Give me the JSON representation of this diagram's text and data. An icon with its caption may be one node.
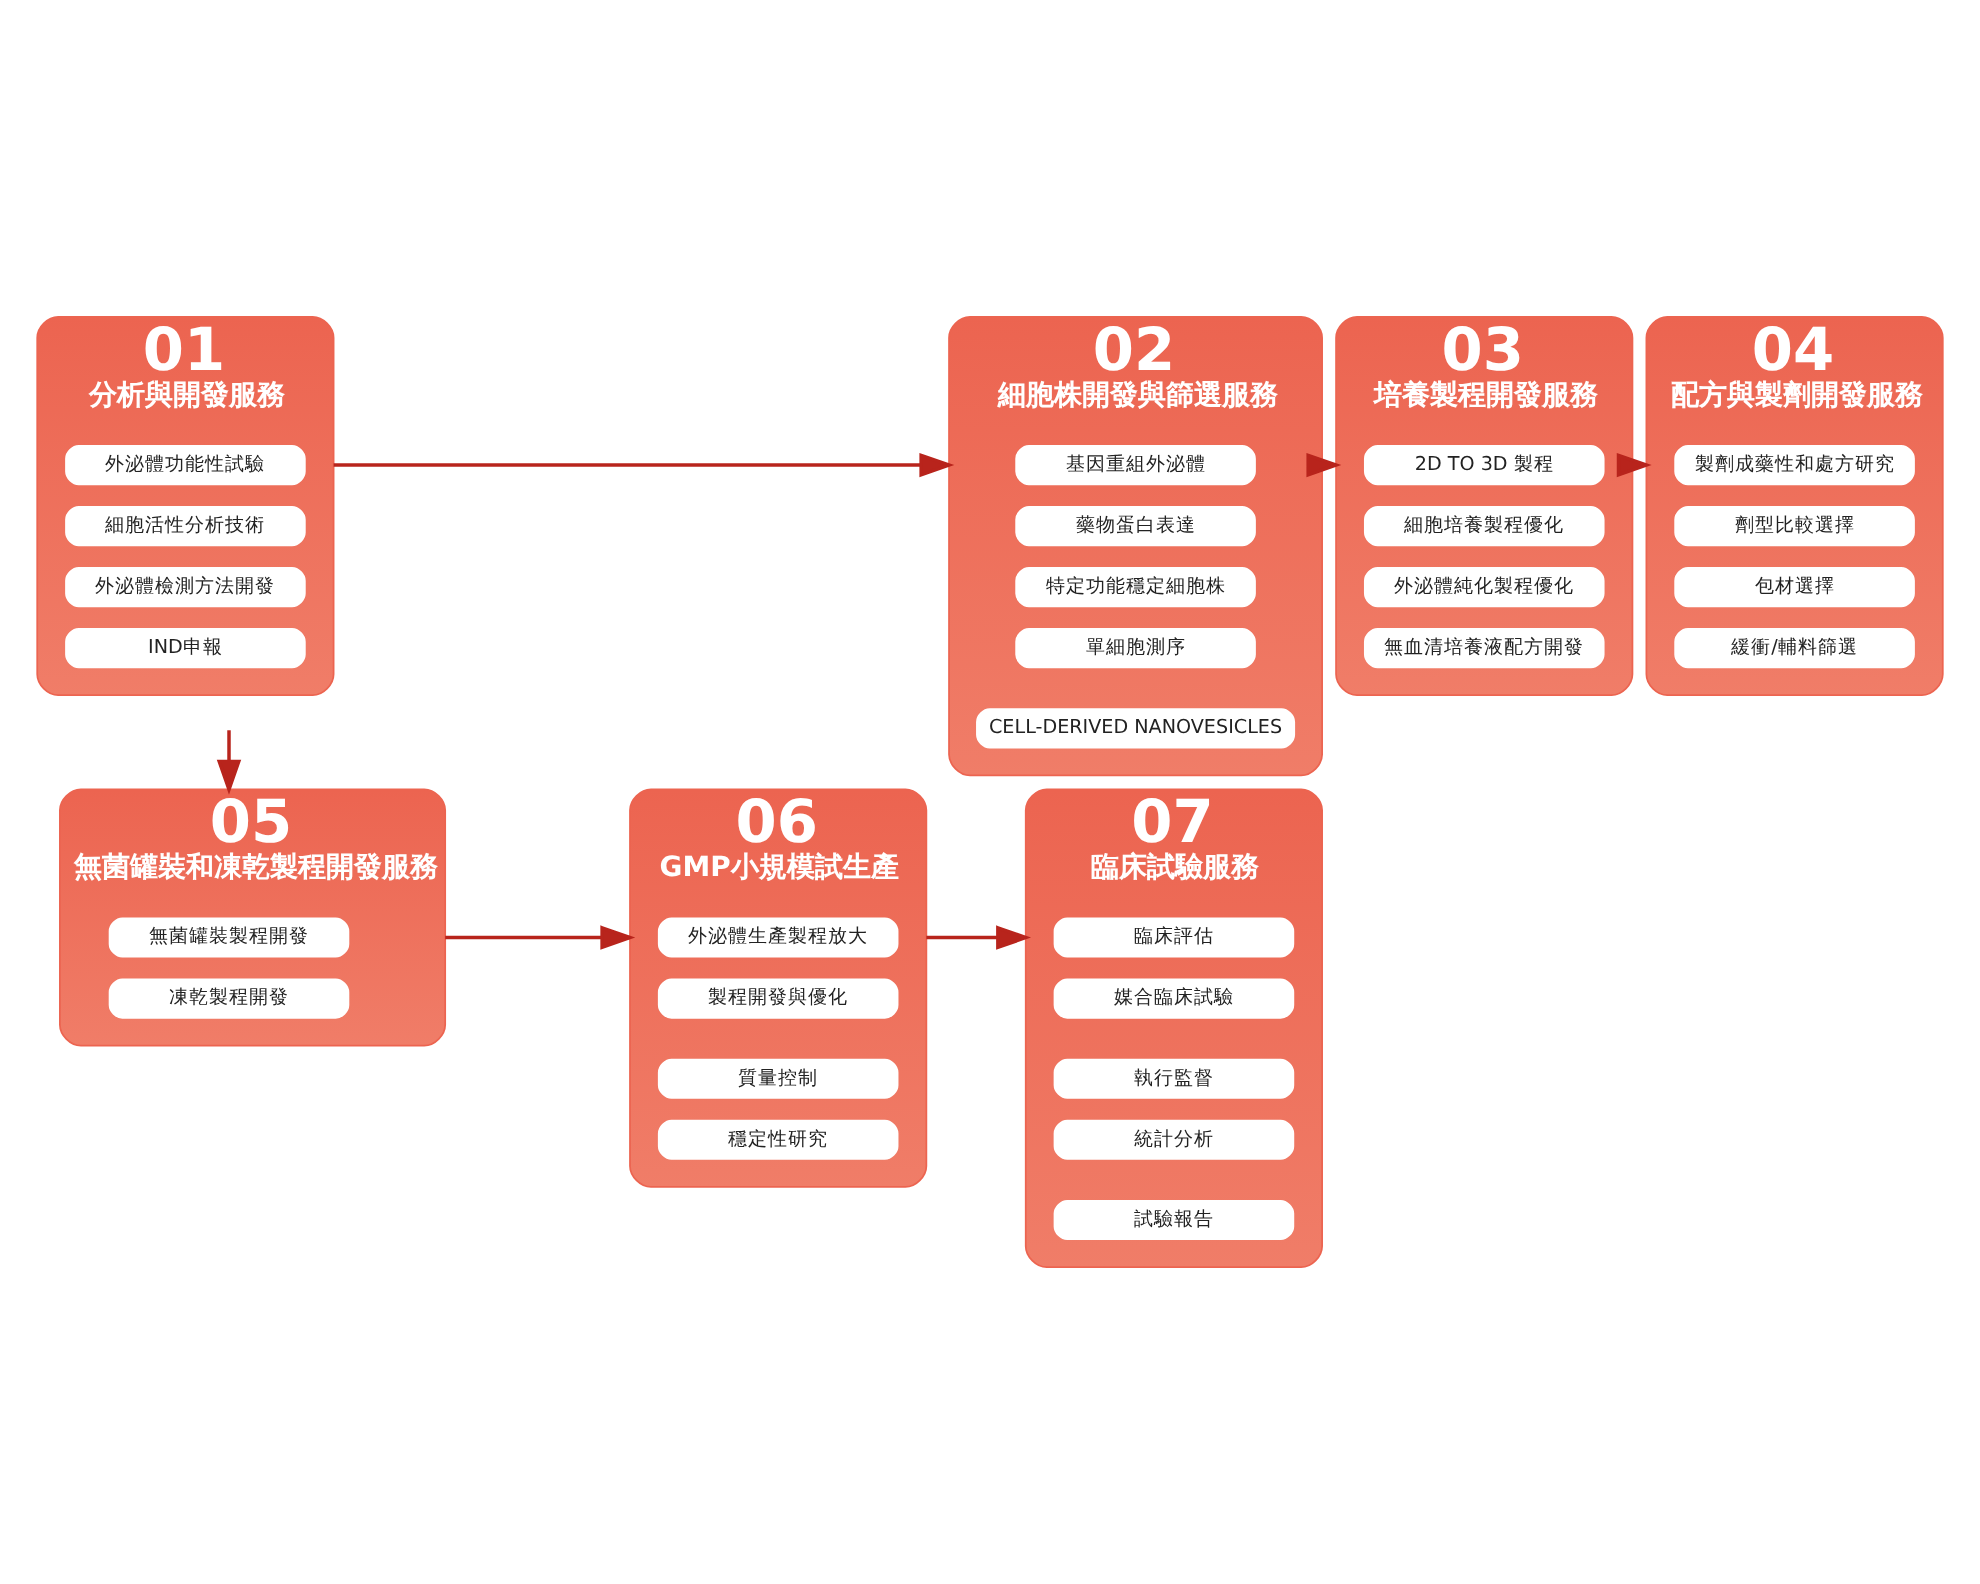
{
  "diagram": {
    "nodes": [
      {
        "text": [
          "01",
          "分析與開發服務"
        ]
      },
      {
        "text": [
          "外泌體功能性試驗"
        ],
        "in": 0
      },
      {
        "text": [
          "細胞活性分析技術"
        ],
        "in": 0
      },
      {
        "text": [
          "外泌體檢測方法開發"
        ],
        "in": 0
      },
      {
        "text": [
          "IND申報"
        ],
        "in": 0
      },
      {
        "text": [
          "02",
          "細胞株開發與篩選服務"
        ]
      },
      {
        "text": [
          "基因重組外泌體"
        ],
        "in": 5
      },
      {
        "text": [
          "藥物蛋白表達"
        ],
        "in": 5
      },
      {
        "text": [
          "特定功能穩定細胞株"
        ],
        "in": 5
      },
      {
        "text": [
          "單細胞測序"
        ],
        "in": 5
      },
      {
        "text": [
          "CELL-DERIVED NANOVESICLES"
        ],
        "in": 5
      },
      {
        "text": [
          "03",
          "培養製程開發服務"
        ]
      },
      {
        "text": [
          "2D TO 3D 製程"
        ],
        "in": 11
      },
      {
        "text": [
          "細胞培養製程優化"
        ],
        "in": 11
      },
      {
        "text": [
          "外泌體純化製程優化"
        ],
        "in": 11
      },
      {
        "text": [
          "無血清培養液配方開發"
        ],
        "in": 11
      },
      {
        "text": [
          "04",
          "配方與製劑開發服務"
        ]
      },
      {
        "text": [
          "製劑成藥性和處方研究"
        ],
        "in": 16
      },
      {
        "text": [
          "劑型比較選擇"
        ],
        "in": 16
      },
      {
        "text": [
          "包材選擇"
        ],
        "in": 16
      },
      {
        "text": [
          "緩衝/輔料篩選"
        ],
        "in": 16
      },
      {
        "text": [
          "05",
          "無菌罐裝和凍乾製程開發服務"
        ]
      },
      {
        "text": [
          "無菌罐裝製程開發"
        ],
        "in": 21
      },
      {
        "text": [
          "凍乾製程開發"
        ],
        "in": 21
      },
      {
        "text": [
          "06",
          "GMP小規模試生產"
        ]
      },
      {
        "text": [
          "外泌體生產製程放大"
        ],
        "in": 24
      },
      {
        "text": [
          "製程開發與優化"
        ],
        "in": 24
      },
      {
        "text": [
          "質量控制"
        ],
        "in": 24
      },
      {
        "text": [
          "穩定性研究"
        ],
        "in": 24
      },
      {
        "text": [
          "07",
          "臨床試驗服務"
        ]
      },
      {
        "text": [
          "臨床評估"
        ],
        "in": 29
      },
      {
        "text": [
          "媒合臨床試驗"
        ],
        "in": 29
      },
      {
        "text": [
          "執行監督"
        ],
        "in": 29
      },
      {
        "text": [
          "統計分析"
        ],
        "in": 29
      },
      {
        "text": [
          "試驗報告"
        ],
        "in": 29
      }
    ],
    "edges": [
      {
        "from": 0,
        "to": 5,
        "arrow": "to"
      },
      {
        "from": 5,
        "to": 11,
        "arrow": "to"
      },
      {
        "from": 11,
        "to": 16,
        "arrow": "to"
      },
      {
        "from": null,
        "to": 21,
        "arrow": "to"
      },
      {
        "from": 21,
        "to": 24,
        "arrow": "to"
      },
      {
        "from": 24,
        "to": 29,
        "arrow": "to"
      }
    ]
  }
}
